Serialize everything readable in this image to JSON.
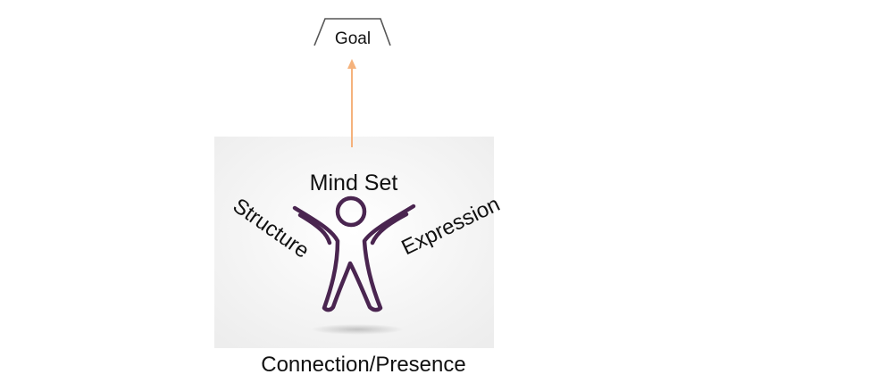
{
  "diagram": {
    "goal_label": "Goal",
    "mind_set_label": "Mind Set",
    "structure_label": "Structure",
    "expression_label": "Expression",
    "connection_label": "Connection/Presence",
    "icon": "person-arms-raised-icon"
  },
  "colors": {
    "arrow": "#f5b27c",
    "figure": "#4a2550",
    "panel": "#f6f6f6",
    "goal_frame": "#555555"
  }
}
